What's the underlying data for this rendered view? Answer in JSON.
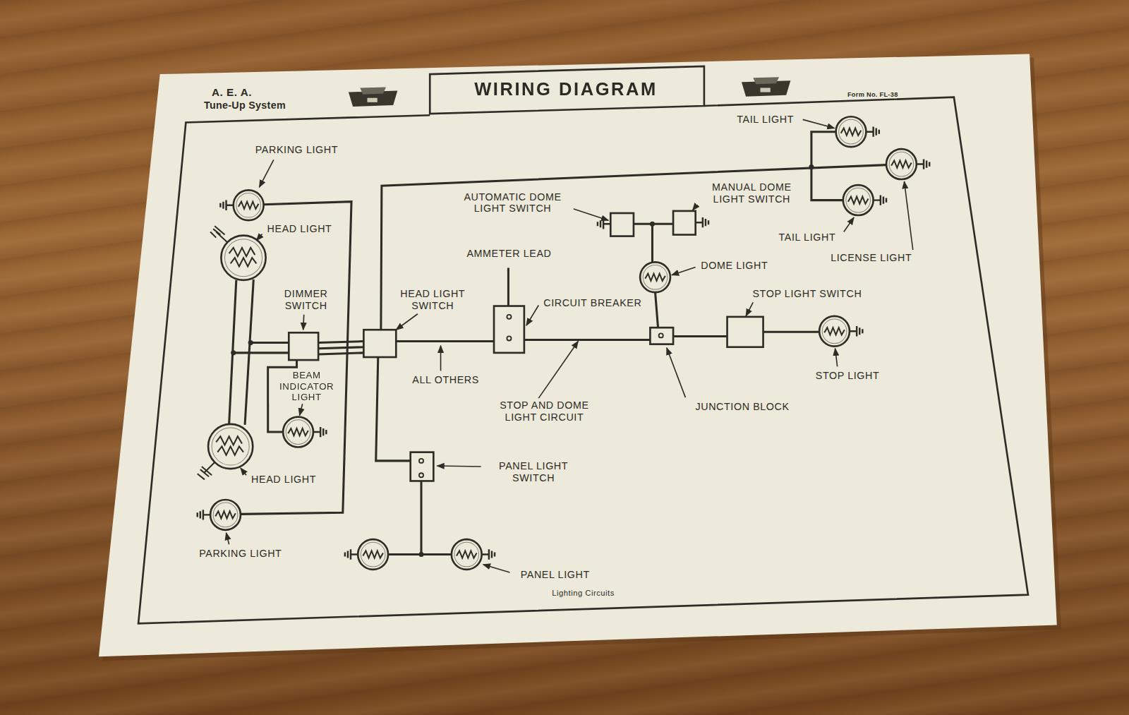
{
  "diagram": {
    "title": "WIRING DIAGRAM",
    "caption": "Lighting Circuits",
    "labels": [
      "A. E. A.",
      "Tune-Up System",
      "Form No. FL-38",
      "TAIL LIGHT",
      "PARKING LIGHT",
      "AUTOMATIC DOME LIGHT SWITCH",
      "MANUAL DOME LIGHT SWITCH",
      "HEAD LIGHT",
      "TAIL LIGHT",
      "AMMETER LEAD",
      "LICENSE LIGHT",
      "DOME LIGHT",
      "DIMMER SWITCH",
      "HEAD LIGHT SWITCH",
      "STOP LIGHT SWITCH",
      "CIRCUIT BREAKER",
      "STOP LIGHT",
      "ALL OTHERS",
      "BEAM INDICATOR LIGHT",
      "STOP AND DOME LIGHT CIRCUIT",
      "JUNCTION BLOCK",
      "PANEL LIGHT SWITCH",
      "HEAD LIGHT",
      "PARKING LIGHT",
      "PANEL LIGHT"
    ]
  }
}
